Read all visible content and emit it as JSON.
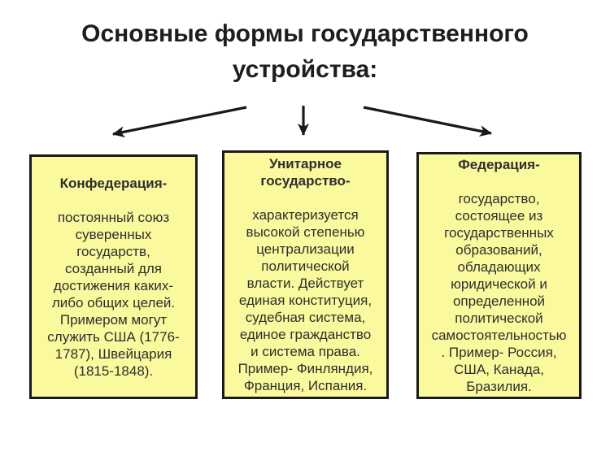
{
  "title": "Основные формы государственного\nустройства:",
  "boxes": [
    {
      "heading": "Конфедерация-",
      "body": "постоянный союз\nсуверенных\nгосударств,\nсозданный для\nдостижения каких-\nлибо общих целей.\nПримером могут\nслужить США (1776-\n1787), Швейцария\n(1815-1848)."
    },
    {
      "heading": "Унитарное\nгосударство-",
      "body": "характеризуется\nвысокой степенью\nцентрализации\nполитической\nвласти. Действует\nединая конституция,\nсудебная система,\nединое гражданство\nи система права.\nПример- Финляндия,\nФранция, Испания."
    },
    {
      "heading": "Федерация-",
      "body": "государство,\nсостоящее из\nгосударственных\nобразований,\nобладающих\nюридической и\nопределенной\nполитической\nсамостоятельностью\n. Пример- Россия,\nСША, Канада,\nБразилия."
    }
  ],
  "colors": {
    "background": "#FFFFFF",
    "box_fill": "#FBF99D",
    "box_border": "#1A1A1A",
    "arrow": "#1A1A1A",
    "text": "#2E2E2E",
    "title_text": "#1E1E1E"
  }
}
